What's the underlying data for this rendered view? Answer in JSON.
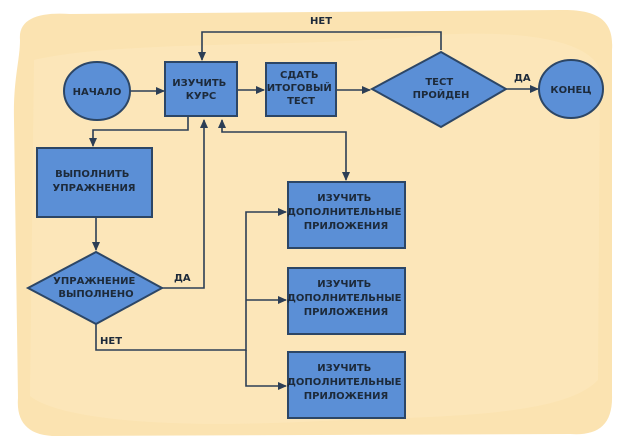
{
  "diagram": {
    "colors": {
      "paper": "#fbe3b1",
      "node_fill": "#5b8fd6",
      "node_stroke": "#2c4666",
      "edge": "#2c3e55",
      "text": "#1d2a3a"
    },
    "nodes": {
      "start": {
        "lines": [
          "НАЧАЛО"
        ]
      },
      "study_course": {
        "lines": [
          "ИЗУЧИТЬ",
          "КУРС"
        ]
      },
      "final_test": {
        "lines": [
          "СДАТЬ",
          "ИТОГОВЫЙ",
          "ТЕСТ"
        ]
      },
      "test_passed": {
        "lines": [
          "ТЕСТ",
          "ПРОЙДЕН"
        ]
      },
      "end": {
        "lines": [
          "КОНЕЦ"
        ]
      },
      "do_exercises": {
        "lines": [
          "ВЫПОЛНИТЬ",
          "УПРАЖНЕНИЯ"
        ]
      },
      "exercise_done": {
        "lines": [
          "УПРАЖНЕНИЕ",
          "ВЫПОЛНЕНО"
        ]
      },
      "extra_1": {
        "lines": [
          "ИЗУЧИТЬ",
          "ДОПОЛНИТЕЛЬНЫЕ",
          "ПРИЛОЖЕНИЯ"
        ]
      },
      "extra_2": {
        "lines": [
          "ИЗУЧИТЬ",
          "ДОПОЛНИТЕЛЬНЫЕ",
          "ПРИЛОЖЕНИЯ"
        ]
      },
      "extra_3": {
        "lines": [
          "ИЗУЧИТЬ",
          "ДОПОЛНИТЕЛЬНЫЕ",
          "ПРИЛОЖЕНИЯ"
        ]
      }
    },
    "edge_labels": {
      "test_no": "НЕТ",
      "test_yes": "ДА",
      "exercise_yes": "ДА",
      "exercise_no": "НЕТ"
    }
  }
}
